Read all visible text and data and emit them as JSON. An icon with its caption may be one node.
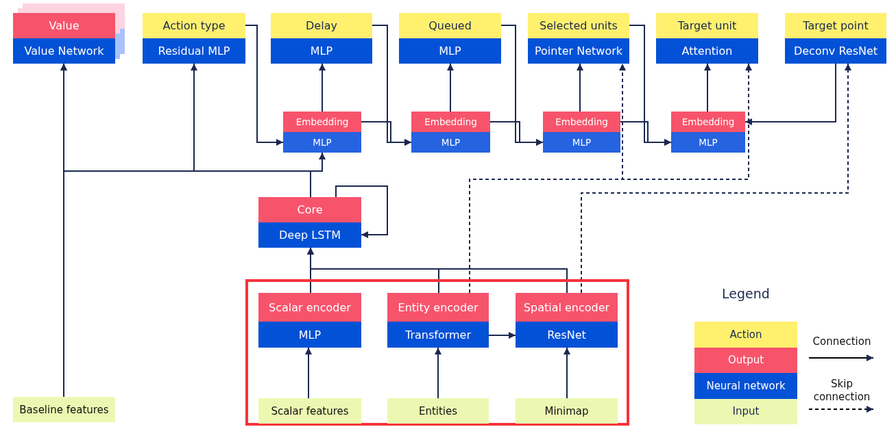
{
  "diagram": {
    "nodes": [
      {
        "text": [
          "Value",
          "Value Network"
        ]
      },
      {
        "text": [
          "Action type",
          "Residual MLP"
        ]
      },
      {
        "text": [
          "Delay",
          "MLP"
        ]
      },
      {
        "text": [
          "Queued",
          "MLP"
        ]
      },
      {
        "text": [
          "Selected units",
          "Pointer Network"
        ]
      },
      {
        "text": [
          "Target unit",
          "Attention"
        ]
      },
      {
        "text": [
          "Target point",
          "Deconv ResNet"
        ]
      },
      {
        "text": [
          "Embedding",
          "MLP"
        ]
      },
      {
        "text": [
          "Embedding",
          "MLP"
        ]
      },
      {
        "text": [
          "Embedding",
          "MLP"
        ]
      },
      {
        "text": [
          "Embedding",
          "MLP"
        ]
      },
      {
        "text": [
          "Core",
          "Deep LSTM"
        ]
      },
      {
        "text": [],
        "shape": "box"
      },
      {
        "text": [
          "Scalar encoder",
          "MLP"
        ],
        "in": 12
      },
      {
        "text": [
          "Entity encoder",
          "Transformer"
        ],
        "in": 12
      },
      {
        "text": [
          "Spatial encoder",
          "ResNet"
        ],
        "in": 12
      },
      {
        "text": [
          "Baseline features"
        ]
      },
      {
        "text": [
          "Scalar features"
        ],
        "in": 12
      },
      {
        "text": [
          "Entities"
        ],
        "in": 12
      },
      {
        "text": [
          "Minimap"
        ],
        "in": 12
      }
    ],
    "edges": [
      {
        "from": 16,
        "to": 0,
        "arrow": "to"
      },
      {
        "from": 11,
        "to": 0,
        "arrow": "to"
      },
      {
        "from": 11,
        "to": 1,
        "arrow": "to"
      },
      {
        "from": 11,
        "to": 7,
        "arrow": "to"
      },
      {
        "from": 1,
        "to": 7,
        "arrow": "to"
      },
      {
        "from": 7,
        "to": 2,
        "arrow": "to"
      },
      {
        "from": 7,
        "to": 8,
        "arrow": "to"
      },
      {
        "from": 2,
        "to": 8,
        "arrow": "to"
      },
      {
        "from": 8,
        "to": 3,
        "arrow": "to"
      },
      {
        "from": 8,
        "to": 9,
        "arrow": "to"
      },
      {
        "from": 3,
        "to": 9,
        "arrow": "to"
      },
      {
        "from": 9,
        "to": 4,
        "arrow": "to"
      },
      {
        "from": 9,
        "to": 10,
        "arrow": "to"
      },
      {
        "from": 4,
        "to": 10,
        "arrow": "to"
      },
      {
        "from": 10,
        "to": 5,
        "arrow": "to"
      },
      {
        "from": 6,
        "to": 10,
        "arrow": "to"
      },
      {
        "from": 11,
        "to": 11,
        "arrow": "to"
      },
      {
        "from": 13,
        "to": 11,
        "arrow": "to"
      },
      {
        "from": 14,
        "to": 11,
        "arrow": "to"
      },
      {
        "from": 15,
        "to": 11,
        "arrow": "to"
      },
      {
        "from": 17,
        "to": 13,
        "arrow": "to"
      },
      {
        "from": 18,
        "to": 14,
        "arrow": "to"
      },
      {
        "from": 19,
        "to": 15,
        "arrow": "to"
      },
      {
        "from": 14,
        "to": 15,
        "arrow": "to"
      },
      {
        "from": 14,
        "to": 4,
        "arrow": "to",
        "style": "dashed"
      },
      {
        "from": 14,
        "to": 5,
        "arrow": "to",
        "style": "dashed"
      },
      {
        "from": 15,
        "to": 6,
        "arrow": "to",
        "style": "dashed"
      }
    ],
    "labels": [
      "Legend"
    ],
    "legend": [
      {
        "text": "Action",
        "color": "#fff06e"
      },
      {
        "text": "Output",
        "color": "#f7546c"
      },
      {
        "text": "Neural network",
        "color": "#0351d6"
      },
      {
        "text": "Input",
        "color": "#ecf8b2"
      },
      {
        "text": "Connection"
      },
      {
        "text": "Skip connection"
      }
    ]
  }
}
